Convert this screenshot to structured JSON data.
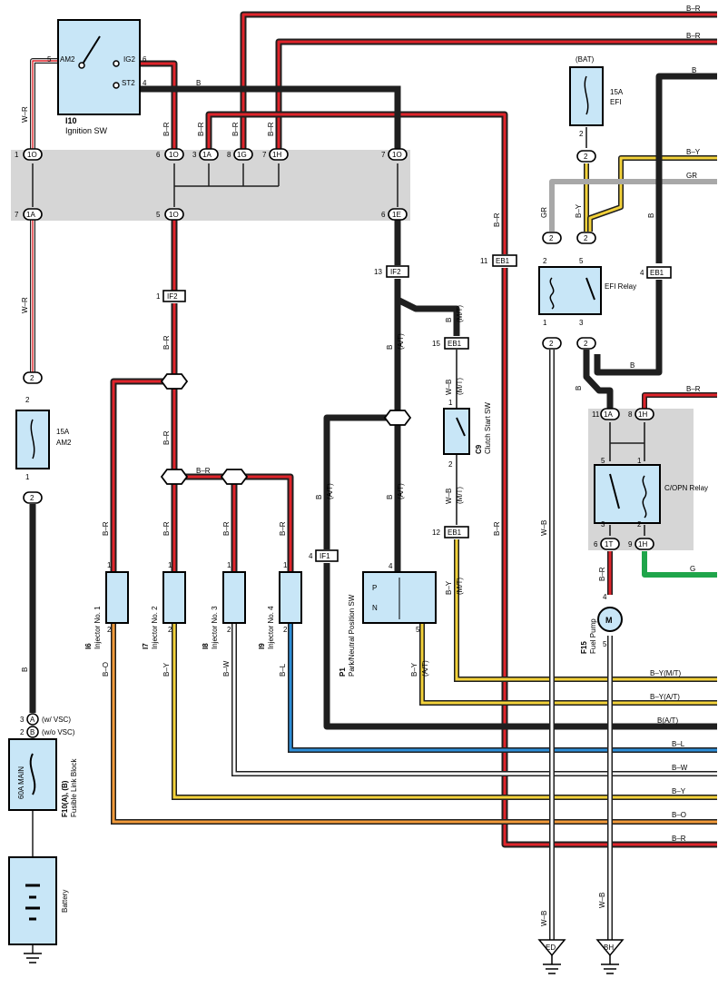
{
  "components": {
    "ignition_sw": {
      "code": "I10",
      "name": "Ignition SW",
      "terminals": [
        "AM2",
        "IG2",
        "ST2",
        "5",
        "6",
        "4"
      ]
    },
    "am2_fuse": {
      "rating": "15A",
      "name": "AM2"
    },
    "efi_fuse": {
      "rating": "15A",
      "name": "EFI",
      "source": "(BAT)"
    },
    "main_fuse": {
      "rating": "60A MAIN",
      "code": "F10(A), (B)",
      "name": "Fusible Link Block",
      "variant_a": "(w/ VSC)",
      "variant_b": "(w/o VSC)"
    },
    "battery": {
      "name": "Battery"
    },
    "efi_relay": {
      "name": "EFI Relay"
    },
    "copn_relay": {
      "name": "C/OPN Relay"
    },
    "fuel_pump": {
      "code": "F15",
      "name": "Fuel Pump",
      "symbol": "M"
    },
    "clutch_start": {
      "code": "C9",
      "name": "Clutch Start SW"
    },
    "park_neutral": {
      "code": "P1",
      "name": "Park/Neutral Position SW",
      "p": "P",
      "n": "N"
    },
    "injectors": [
      {
        "code": "I6",
        "name": "Injector No. 1"
      },
      {
        "code": "I7",
        "name": "Injector No. 2"
      },
      {
        "code": "I8",
        "name": "Injector No. 3"
      },
      {
        "code": "I9",
        "name": "Injector No. 4"
      }
    ]
  },
  "connectors": {
    "c_1O_top": "1O",
    "c_1O_a": "1O",
    "c_1A_top": "1A",
    "c_1G": "1G",
    "c_1H_top": "1H",
    "c_1O_right": "1O",
    "c_1A_bot": "1A",
    "c_1O_bot": "1O",
    "c_1E": "1E",
    "IF2": "IF2",
    "IF1": "IF1",
    "EB1": "EB1",
    "c_1T": "1T",
    "c_1H_r": "1H",
    "c_2": "2",
    "A": "A",
    "B": "B",
    "ED": "ED",
    "BH": "BH"
  },
  "pins": {
    "p1": "1",
    "p3": "3",
    "p4": "4",
    "p5": "5",
    "p6": "6",
    "p7": "7",
    "p8": "8",
    "p9": "9",
    "p11": "11",
    "p12": "12",
    "p13": "13",
    "p15": "15",
    "p2": "2"
  },
  "wire_labels": {
    "WR": "W–R",
    "BR": "B–R",
    "B": "B",
    "BY": "B–Y",
    "GR": "GR",
    "G": "G",
    "BL": "B–L",
    "BW": "B–W",
    "BO": "B–O",
    "WB": "W–B",
    "AT": "(A/T)",
    "MT": "(M/T)",
    "BY_MT": "B–Y(M/T)",
    "BY_AT": "B–Y(A/T)",
    "B_AT": "B(A/T)"
  },
  "colors": {
    "black": "#1f1f1f",
    "red": "#e0242b",
    "yellow": "#f3d23a",
    "orange": "#f29a3a",
    "blue": "#2d8ed8",
    "green": "#1fa54a",
    "gray": "#a8a8a8",
    "component_fill": "#c8e6f7",
    "junction_bg": "#d6d6d6"
  }
}
